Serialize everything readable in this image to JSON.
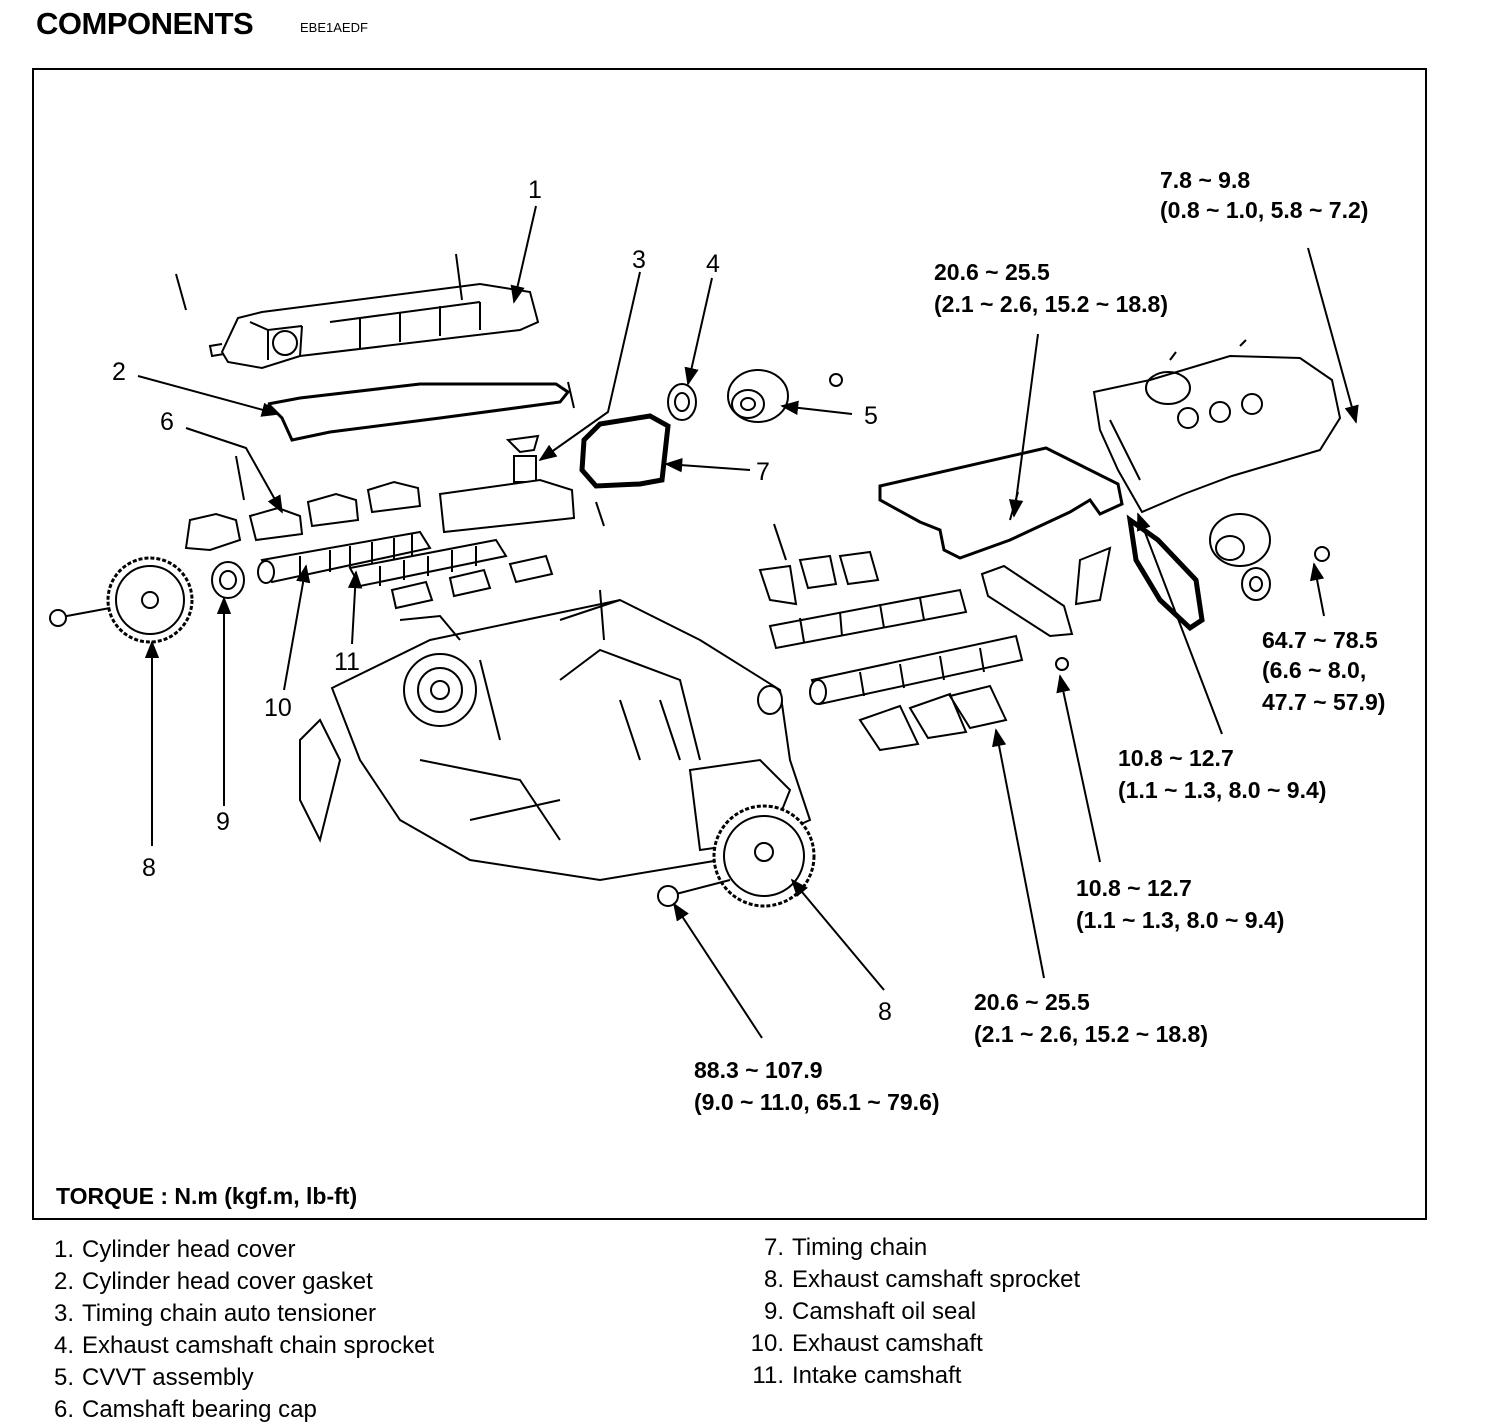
{
  "header": {
    "title": "COMPONENTS",
    "code": "EBE1AEDF"
  },
  "callouts": [
    "1",
    "2",
    "3",
    "4",
    "5",
    "6",
    "7",
    "11",
    "10",
    "9",
    "8",
    "8"
  ],
  "torque_specs": [
    {
      "line1": "7.8 ~ 9.8",
      "line2": "(0.8 ~ 1.0, 5.8 ~ 7.2)"
    },
    {
      "line1": "20.6 ~ 25.5",
      "line2": "(2.1 ~ 2.6, 15.2 ~ 18.8)"
    },
    {
      "line1": "64.7 ~ 78.5",
      "line2": "(6.6 ~ 8.0,",
      "line3": "47.7 ~ 57.9)"
    },
    {
      "line1": "10.8 ~ 12.7",
      "line2": "(1.1 ~ 1.3, 8.0 ~ 9.4)"
    },
    {
      "line1": "10.8 ~ 12.7",
      "line2": "(1.1 ~ 1.3, 8.0 ~ 9.4)"
    },
    {
      "line1": "20.6 ~ 25.5",
      "line2": "(2.1 ~ 2.6, 15.2 ~ 18.8)"
    },
    {
      "line1": "88.3 ~ 107.9",
      "line2": "(9.0 ~ 11.0, 65.1 ~ 79.6)"
    }
  ],
  "torque_unit": "TORQUE : N.m (kgf.m, lb-ft)",
  "legend_left": [
    {
      "num": "1.",
      "label": "Cylinder head cover"
    },
    {
      "num": "2.",
      "label": "Cylinder head cover gasket"
    },
    {
      "num": "3.",
      "label": "Timing chain auto tensioner"
    },
    {
      "num": "4.",
      "label": "Exhaust camshaft chain sprocket"
    },
    {
      "num": "5.",
      "label": "CVVT assembly"
    },
    {
      "num": "6.",
      "label": "Camshaft bearing cap"
    }
  ],
  "legend_right": [
    {
      "num": "7.",
      "label": "Timing chain"
    },
    {
      "num": "8.",
      "label": "Exhaust camshaft sprocket"
    },
    {
      "num": "9.",
      "label": "Camshaft oil seal"
    },
    {
      "num": "10.",
      "label": "Exhaust camshaft"
    },
    {
      "num": "11.",
      "label": "Intake camshaft"
    }
  ]
}
